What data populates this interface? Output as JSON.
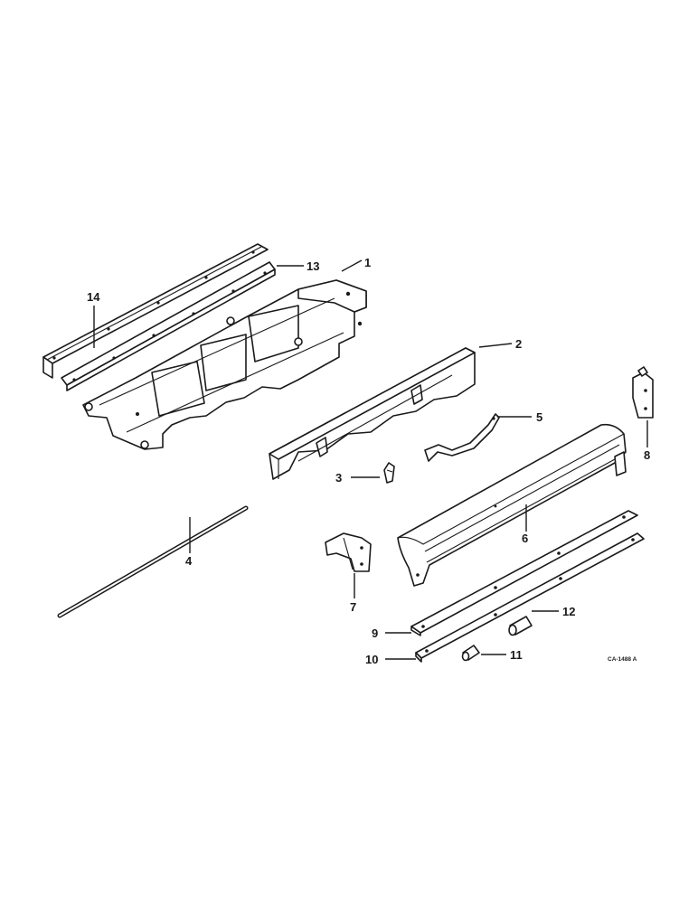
{
  "diagram": {
    "reference_code": "CA-1488 A",
    "callouts": [
      {
        "id": "1",
        "label": "1"
      },
      {
        "id": "2",
        "label": "2"
      },
      {
        "id": "3",
        "label": "3"
      },
      {
        "id": "4",
        "label": "4"
      },
      {
        "id": "5",
        "label": "5"
      },
      {
        "id": "6",
        "label": "6"
      },
      {
        "id": "7",
        "label": "7"
      },
      {
        "id": "8",
        "label": "8"
      },
      {
        "id": "9",
        "label": "9"
      },
      {
        "id": "10",
        "label": "10"
      },
      {
        "id": "11",
        "label": "11"
      },
      {
        "id": "12",
        "label": "12"
      },
      {
        "id": "13",
        "label": "13"
      },
      {
        "id": "14",
        "label": "14"
      }
    ]
  }
}
